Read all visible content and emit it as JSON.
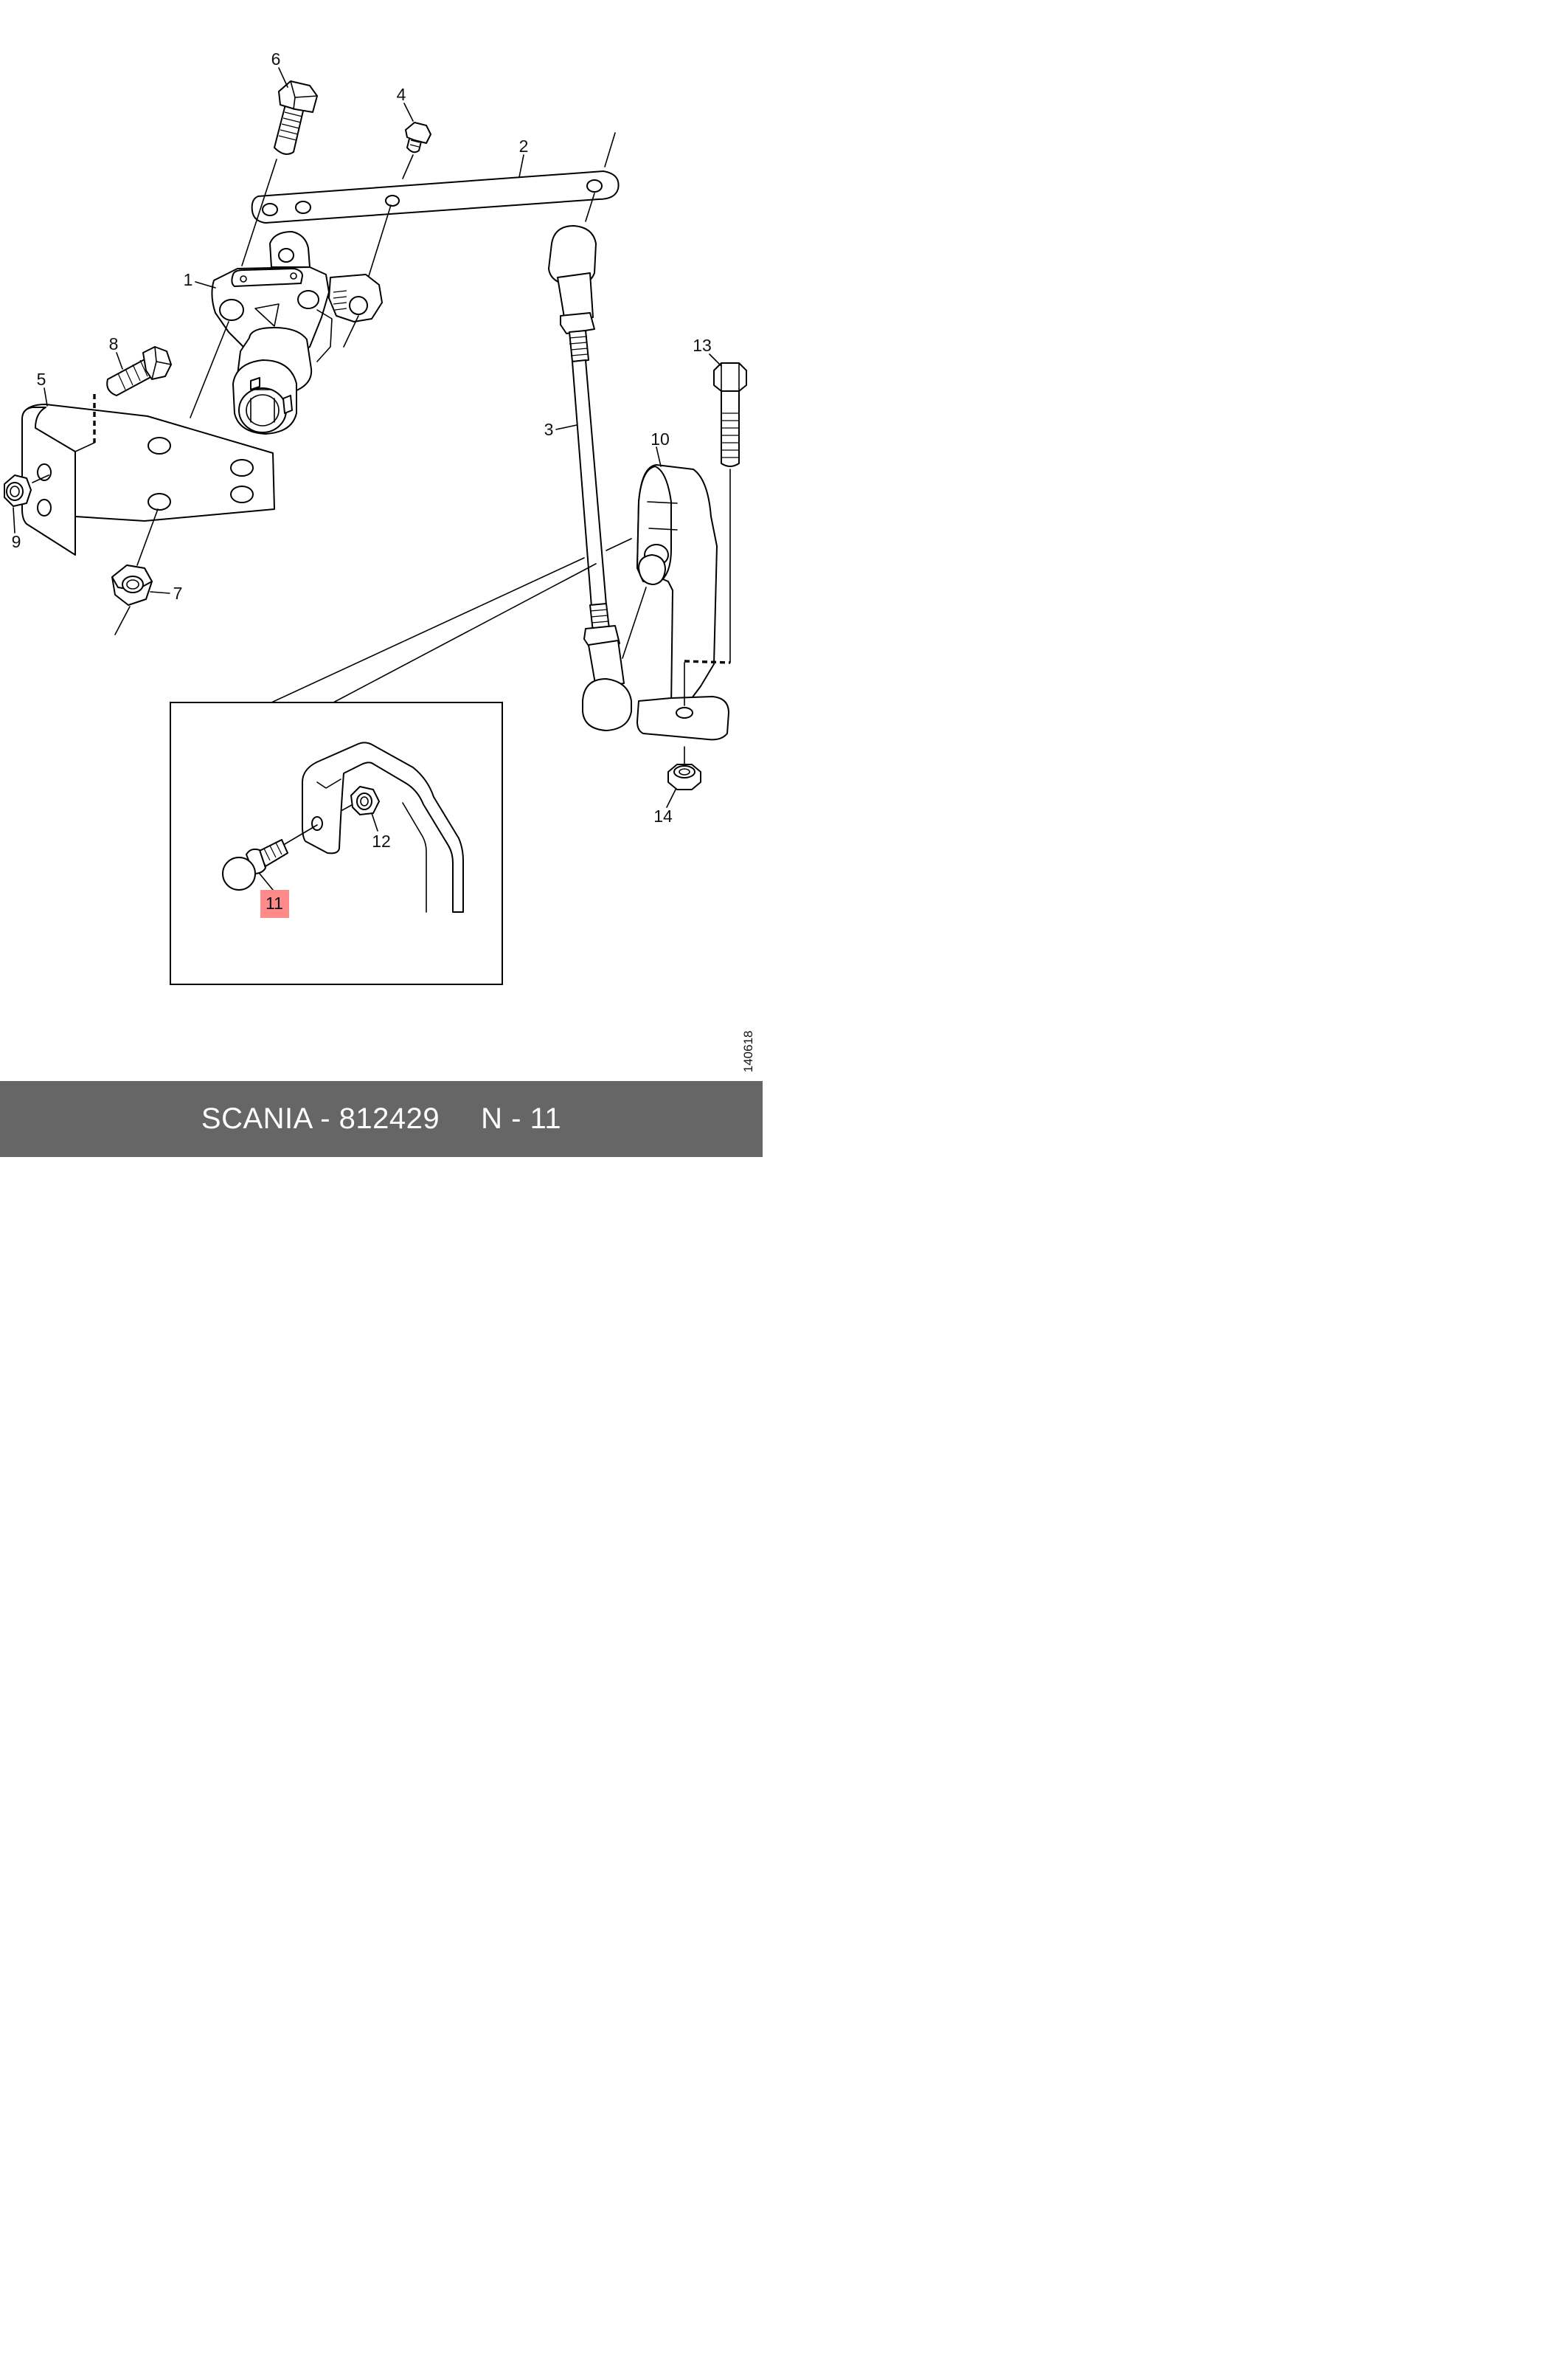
{
  "callouts": {
    "c1": "1",
    "c2": "2",
    "c3": "3",
    "c4": "4",
    "c5": "5",
    "c6": "6",
    "c7": "7",
    "c8": "8",
    "c9": "9",
    "c10": "10",
    "c11": "11",
    "c12": "12",
    "c13": "13",
    "c14": "14"
  },
  "highlight_color": "#ff8a8a",
  "reference_number": "140618",
  "footer": {
    "brand_part": "SCANIA - 812429",
    "page": "N - 11",
    "background": "#666666"
  }
}
